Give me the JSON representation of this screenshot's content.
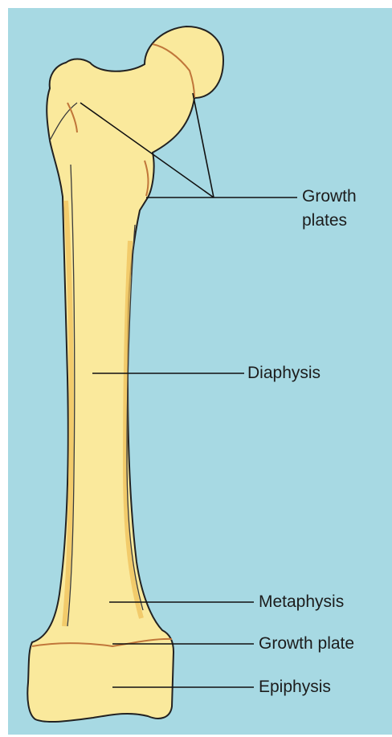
{
  "diagram": {
    "colors": {
      "background": "#a7d9e3",
      "bone_fill": "#fae99c",
      "bone_outline": "#222222",
      "growth_plate_line": "#c0763a",
      "leader_line": "#111111",
      "medullary_shading": "#f0c35f"
    },
    "labels": {
      "growth_plates_upper_line1": "Growth",
      "growth_plates_upper_line2": "plates",
      "diaphysis": "Diaphysis",
      "metaphysis": "Metaphysis",
      "growth_plate_lower": "Growth plate",
      "epiphysis": "Epiphysis"
    }
  }
}
